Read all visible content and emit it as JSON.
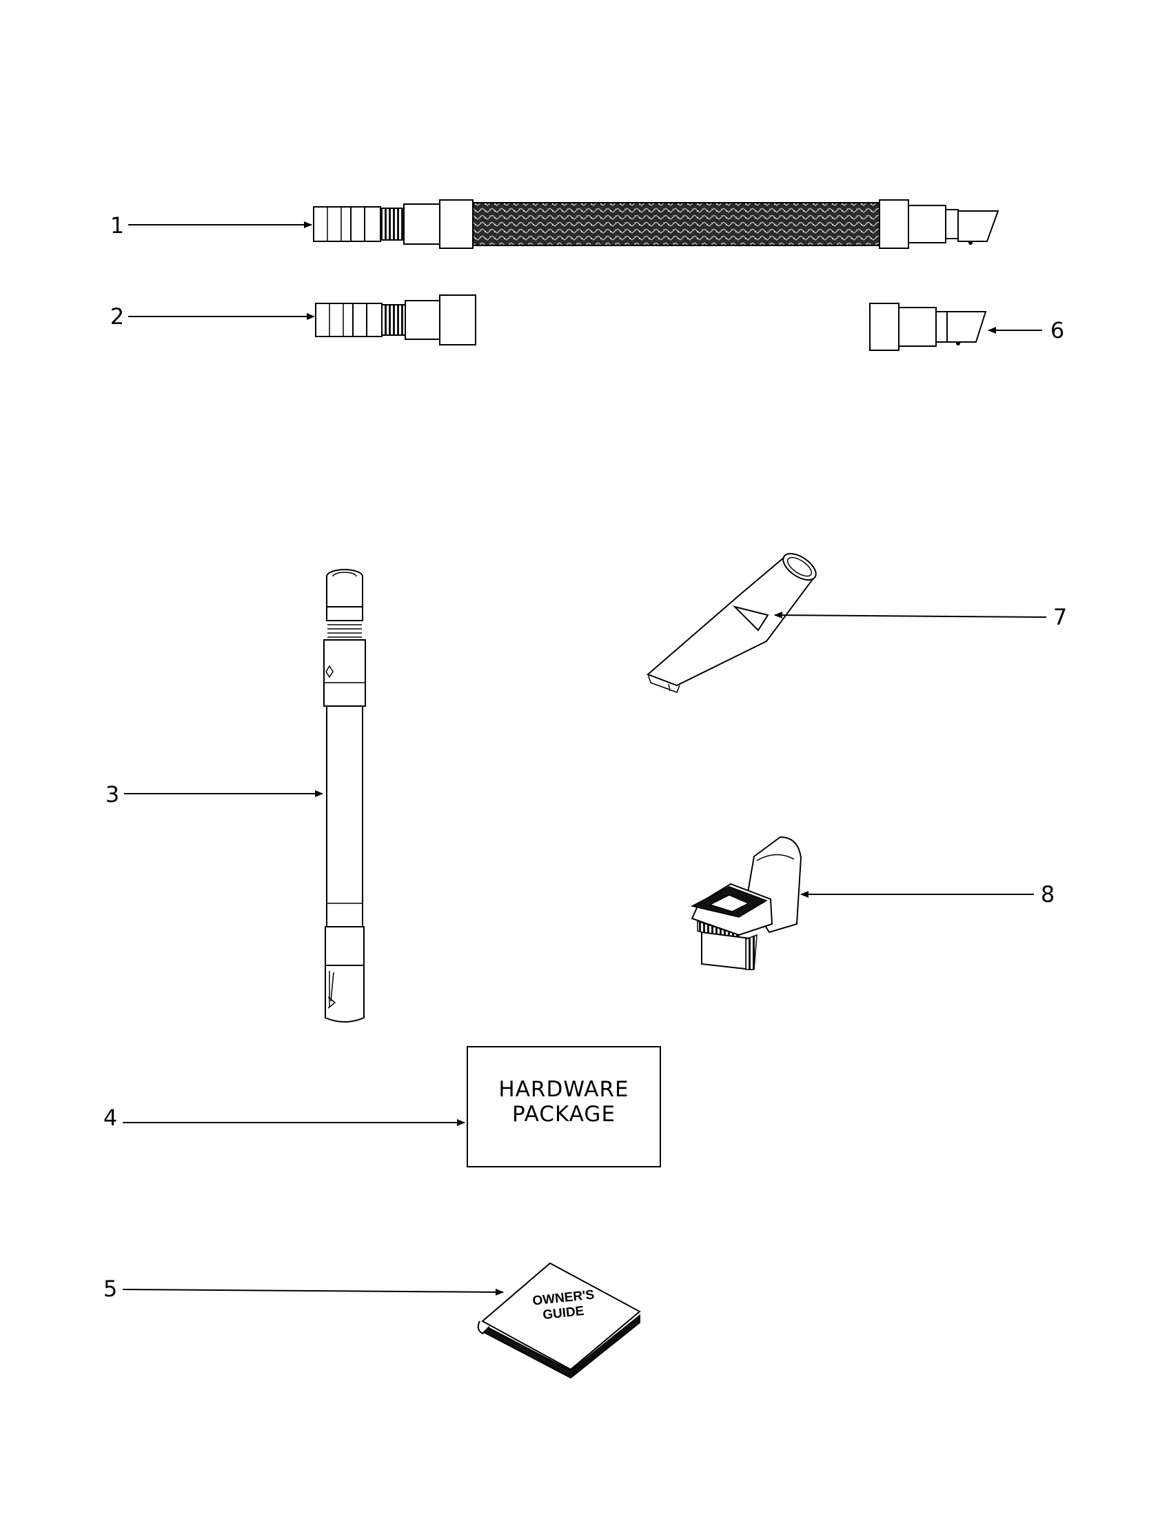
{
  "callouts": [
    {
      "number": "1"
    },
    {
      "number": "2"
    },
    {
      "number": "3"
    },
    {
      "number": "4"
    },
    {
      "number": "5"
    },
    {
      "number": "6"
    },
    {
      "number": "7"
    },
    {
      "number": "8"
    }
  ],
  "hardware_box": {
    "line1": "HARDWARE",
    "line2": "PACKAGE"
  },
  "owners_guide": {
    "line1": "OWNER'S",
    "line2": "GUIDE"
  }
}
